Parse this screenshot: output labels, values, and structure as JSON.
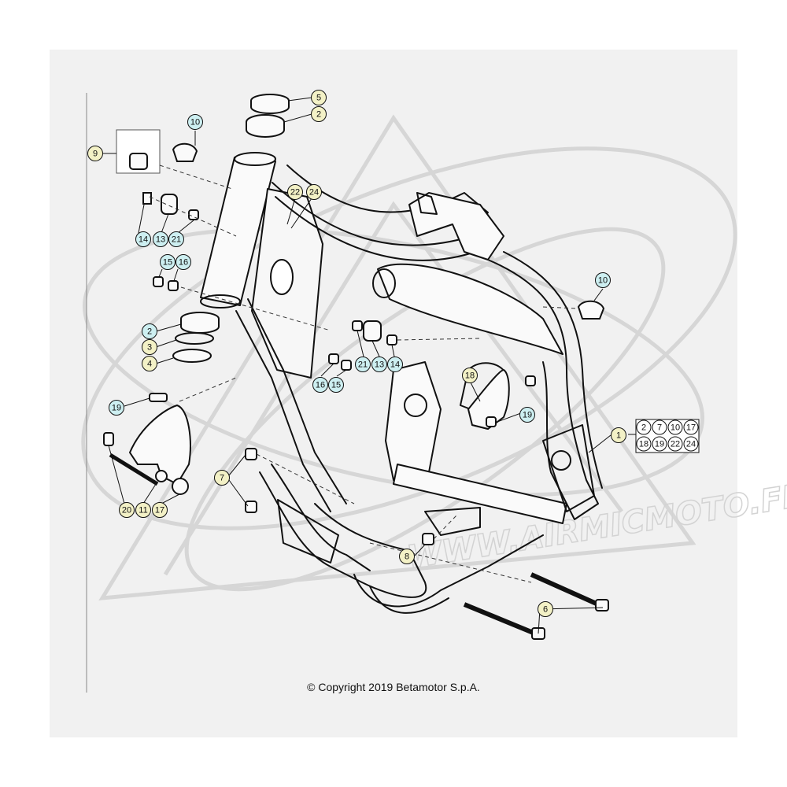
{
  "copyright": "© Copyright 2019 Betamotor S.p.A.",
  "watermark_text": "WWW.AIRMICMOTO.FR",
  "colors": {
    "background": "#f1f1f1",
    "callout_yellow": "#f3f1c6",
    "callout_cyan": "#cdeff1",
    "line": "#111111",
    "watermark": "#d3d3d3"
  },
  "callouts": [
    {
      "label": "5",
      "color": "yellow"
    },
    {
      "label": "2",
      "color": "yellow"
    },
    {
      "label": "10",
      "color": "cyan"
    },
    {
      "label": "9",
      "color": "yellow"
    },
    {
      "label": "22",
      "color": "yellow"
    },
    {
      "label": "24",
      "color": "yellow"
    },
    {
      "label": "14",
      "color": "cyan"
    },
    {
      "label": "13",
      "color": "cyan"
    },
    {
      "label": "21",
      "color": "cyan"
    },
    {
      "label": "15",
      "color": "cyan"
    },
    {
      "label": "16",
      "color": "cyan"
    },
    {
      "label": "10",
      "color": "cyan"
    },
    {
      "label": "2",
      "color": "cyan"
    },
    {
      "label": "3",
      "color": "yellow"
    },
    {
      "label": "4",
      "color": "yellow"
    },
    {
      "label": "21",
      "color": "cyan"
    },
    {
      "label": "13",
      "color": "cyan"
    },
    {
      "label": "14",
      "color": "cyan"
    },
    {
      "label": "16",
      "color": "cyan"
    },
    {
      "label": "15",
      "color": "cyan"
    },
    {
      "label": "18",
      "color": "yellow"
    },
    {
      "label": "19",
      "color": "cyan"
    },
    {
      "label": "19",
      "color": "cyan"
    },
    {
      "label": "1",
      "color": "yellow"
    },
    {
      "label": "7",
      "color": "yellow"
    },
    {
      "label": "20",
      "color": "yellow"
    },
    {
      "label": "11",
      "color": "yellow"
    },
    {
      "label": "17",
      "color": "yellow"
    },
    {
      "label": "8",
      "color": "yellow"
    },
    {
      "label": "6",
      "color": "yellow"
    }
  ],
  "kit_legend": {
    "items": [
      "2",
      "7",
      "10",
      "17",
      "18",
      "19",
      "22",
      "24"
    ]
  }
}
